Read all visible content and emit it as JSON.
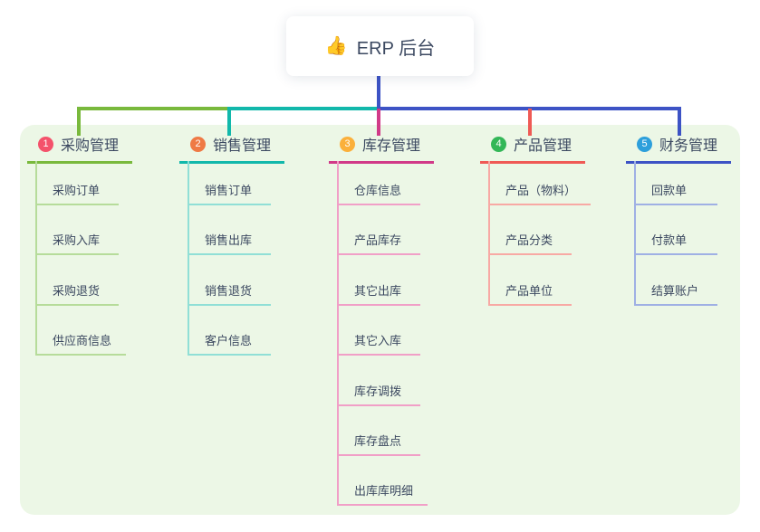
{
  "root": {
    "icon": "👍",
    "label": "ERP 后台"
  },
  "branches": [
    {
      "badge": "1",
      "label": "采购管理",
      "badge_color": "#f4526b",
      "line_color": "#79b93c",
      "child_line_color": "#b6dc9a",
      "children": [
        "采购订单",
        "采购入库",
        "采购退货",
        "供应商信息"
      ]
    },
    {
      "badge": "2",
      "label": "销售管理",
      "badge_color": "#ef7a45",
      "line_color": "#12b8ab",
      "child_line_color": "#90dfd6",
      "children": [
        "销售订单",
        "销售出库",
        "销售退货",
        "客户信息"
      ]
    },
    {
      "badge": "3",
      "label": "库存管理",
      "badge_color": "#fbb03b",
      "line_color": "#d13a88",
      "child_line_color": "#f19fc7",
      "children": [
        "仓库信息",
        "产品库存",
        "其它出库",
        "其它入库",
        "库存调拨",
        "库存盘点",
        "出库库明细"
      ]
    },
    {
      "badge": "4",
      "label": "产品管理",
      "badge_color": "#33b757",
      "line_color": "#ef5a55",
      "child_line_color": "#f8a9a4",
      "children": [
        "产品（物料）",
        "产品分类",
        "产品单位"
      ]
    },
    {
      "badge": "5",
      "label": "财务管理",
      "badge_color": "#2d9fdb",
      "line_color": "#3d53c5",
      "child_line_color": "#9fb0e4",
      "children": [
        "回款单",
        "付款单",
        "结算账户"
      ]
    }
  ],
  "colors": {
    "panel_background": "#ecf7e6",
    "root_stem": "#3d53c5",
    "text": "#3c4961"
  }
}
